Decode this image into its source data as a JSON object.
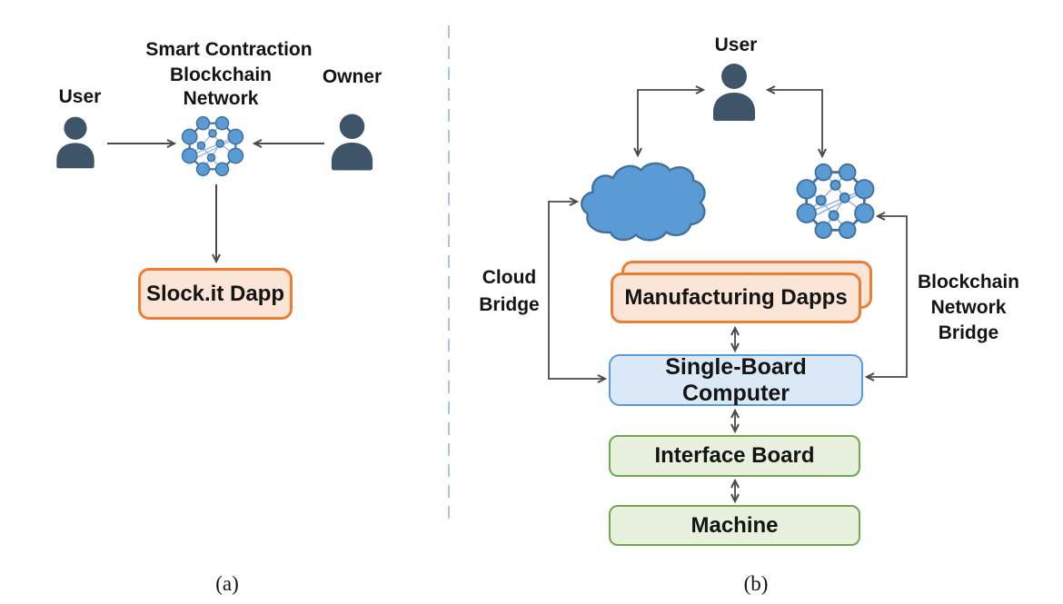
{
  "panel_a": {
    "caption": "(a)",
    "title": "Smart Contraction",
    "subtitle_lines": [
      "Blockchain",
      "Network"
    ],
    "actors": {
      "user": "User",
      "owner": "Owner"
    },
    "dapp_box_label": "Slock.it Dapp"
  },
  "panel_b": {
    "caption": "(b)",
    "user_label": "User",
    "cloud_bridge_lines": [
      "Cloud",
      "Bridge"
    ],
    "blockchain_bridge_lines": [
      "Blockchain",
      "Network",
      "Bridge"
    ],
    "boxes": {
      "manufacturing_dapps": "Manufacturing Dapps",
      "single_board_computer": "Single-Board Computer",
      "interface_board": "Interface Board",
      "machine": "Machine"
    }
  },
  "icons": {
    "person": "person-icon",
    "cloud": "cloud-icon",
    "network": "blockchain-network-icon"
  },
  "colors": {
    "orange_border": "#ED7D31",
    "orange_fill": "#FBE5D6",
    "blue_border": "#5B9BD5",
    "blue_fill": "#DBE9F7",
    "green_border": "#6FA84F",
    "green_fill": "#E7F1DE",
    "node_fill": "#5B9BD5",
    "node_stroke": "#41719C",
    "person": "#3E5468",
    "divider": "#A8C6E5",
    "arrow": "#4a4a4a"
  }
}
